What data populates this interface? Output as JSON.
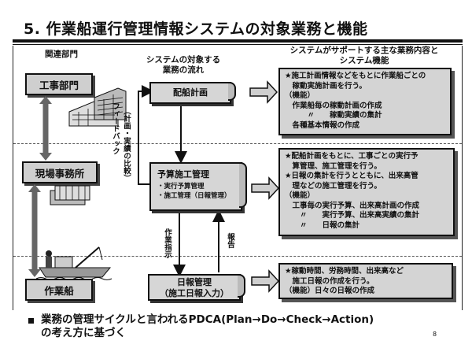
{
  "title": "5. 作業船運行管理情報システムの対象業務と機能",
  "headers": {
    "departments": "関連部門",
    "flow_line1": "システムの対象する",
    "flow_line2": "業務の流れ",
    "support_line1": "システムがサポートする主な業務内容と",
    "support_line2": "システム機能"
  },
  "departments": [
    {
      "label": "工事部門"
    },
    {
      "label": "現場事務所"
    },
    {
      "label": "作業船"
    }
  ],
  "flow": {
    "haisen": {
      "title": "配船計画"
    },
    "yosan": {
      "title": "予算施工管理",
      "items": [
        "・実行予算管理",
        "・施工管理（日報管理）"
      ]
    },
    "nippo": {
      "title": "日報管理",
      "subtitle": "（施工日報入力）"
    }
  },
  "labels": {
    "feedback": "フィードバック",
    "compare": "（計画・実績の比較）",
    "instruction": "作業指示",
    "report": "報告"
  },
  "descriptions": {
    "d1": [
      "★施工計画情報などをもとに作業船ごとの",
      "　稼動実施計画を行う。",
      "（機能）",
      "　作業船毎の稼動計画の作成",
      "　　　〃　　稼動実績の集計",
      "　各種基本情報の作成"
    ],
    "d2": [
      "★配船計画をもとに、工事ごとの実行予",
      "　算管理、施工管理を行う。",
      "★日報の集計を行うとともに、出来高管",
      "　理などの施工管理を行う。",
      "（機能）",
      "　工事毎の実行予算、出来高計画の作成",
      "　　〃　　実行予算、出来高実績の集計",
      "　　〃　　日報の集計"
    ],
    "d3": [
      "★稼動時間、労務時間、出来高など",
      "　施工日報の作成を行う。",
      "（機能）日々の日報の作成"
    ]
  },
  "footer": {
    "line1": "業務の管理サイクルと言われるPDCA(Plan→Do→Check→Action)",
    "line2": "の考え方に基づく"
  },
  "page_number": "8"
}
